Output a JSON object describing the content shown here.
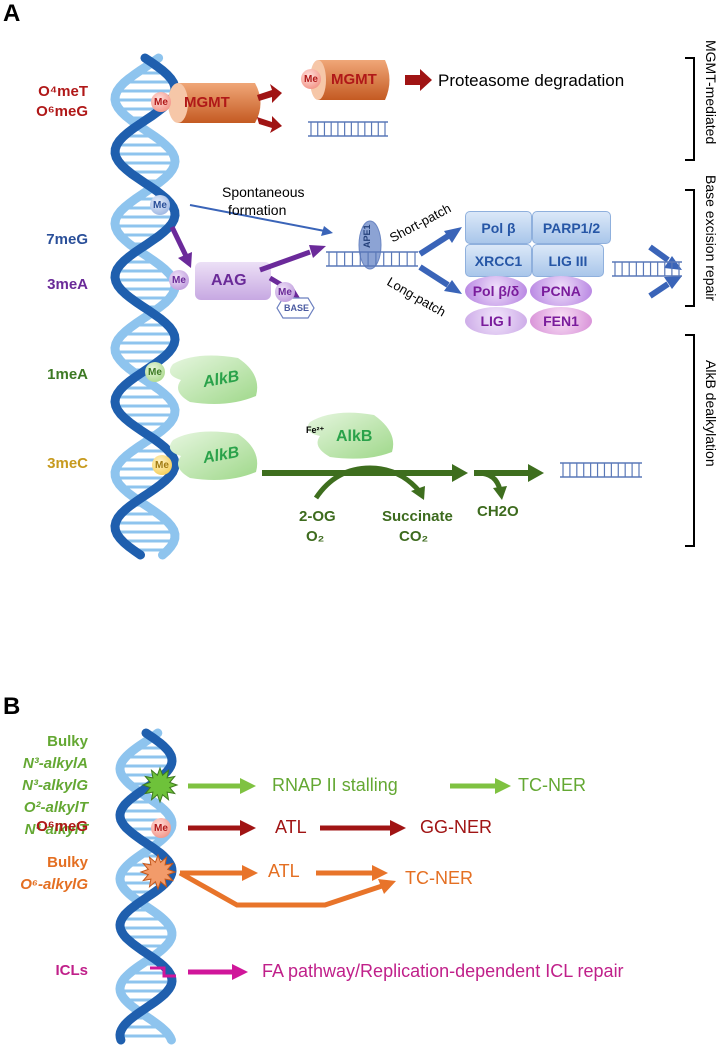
{
  "panelA": {
    "label": "A",
    "lesions": {
      "o4met": "O⁴meT",
      "o6meg": "O⁶meG",
      "meg7": "7meG",
      "mea3": "3meA",
      "mea1": "1meA",
      "mec3": "3meC"
    },
    "me_label": "Me",
    "mgmt": "MGMT",
    "proteasome": "Proteasome degradation",
    "spontaneous": "Spontaneous",
    "formation": "formation",
    "aag": "AAG",
    "base": "BASE",
    "ape1": "APE1",
    "short_patch": "Short-patch",
    "long_patch": "Long-patch",
    "short_proteins": [
      "Pol β",
      "PARP1/2",
      "XRCC1",
      "LIG III"
    ],
    "long_proteins": [
      "Pol β/δ",
      "PCNA",
      "LIG I",
      "FEN1"
    ],
    "alkb": "AlkB",
    "fe": "Fe²⁺",
    "og2": "2-OG",
    "o2": "O₂",
    "succinate": "Succinate",
    "co2": "CO₂",
    "ch2o": "CH2O",
    "side_labels": [
      "MGMT-mediated",
      "Base excision repair",
      "AlkB dealkylation"
    ]
  },
  "panelB": {
    "label": "B",
    "bulky_group": [
      "Bulky",
      "N³-alkylA",
      "N³-alkylG",
      "O²-alkylT",
      "N³-alkylT"
    ],
    "o6meg": "O⁶meG",
    "bulky_o6": [
      "Bulky",
      "O⁶-alkylG"
    ],
    "icls": "ICLs",
    "rnap": "RNAP II stalling",
    "tcner1": "TC-NER",
    "atl1": "ATL",
    "ggner": "GG-NER",
    "atl2": "ATL",
    "tcner2": "TC-NER",
    "fa": "FA pathway/Replication-dependent ICL repair"
  },
  "colors": {
    "dna_dark": "#1f5fae",
    "dna_light": "#8ec4ee",
    "red_arrow": "#a01414",
    "blue_arrow": "#3a64b8",
    "purple_arrow": "#6b2a9a",
    "green_arrow": "#3e6e1e",
    "lightgreen_arrow": "#7fc241",
    "orange_arrow": "#e8742a",
    "magenta_arrow": "#d0169a"
  }
}
